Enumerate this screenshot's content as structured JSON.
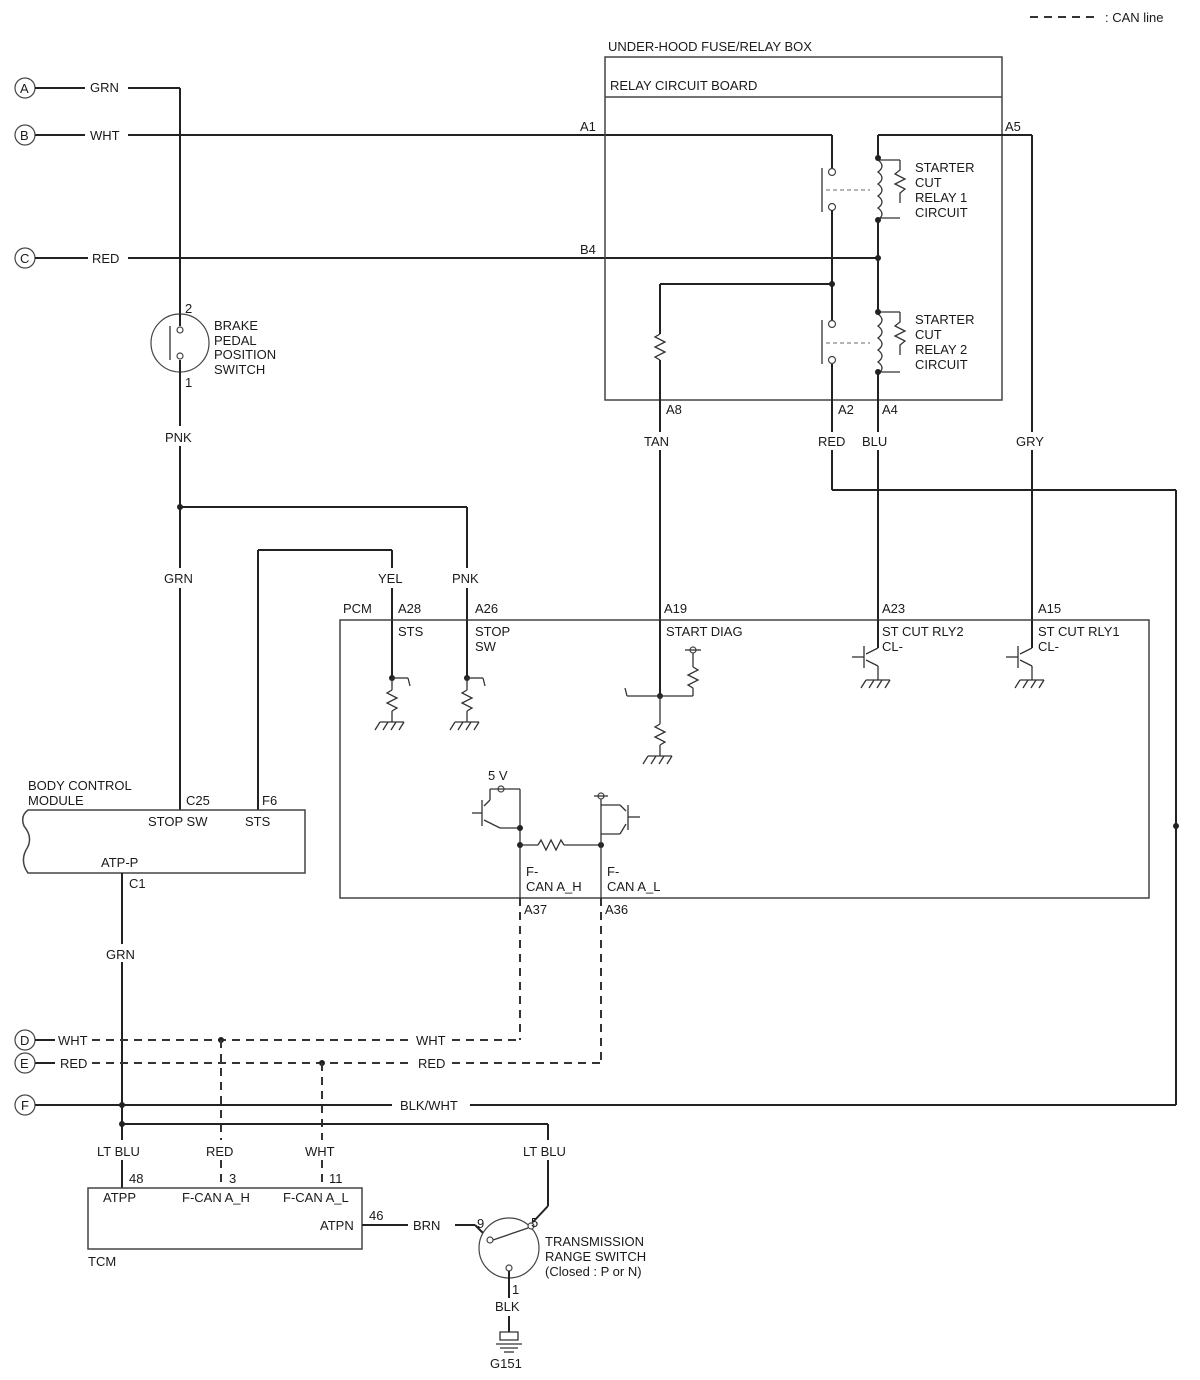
{
  "legend": {
    "can_line": ": CAN line"
  },
  "connectors": {
    "a": "A",
    "b": "B",
    "c": "C",
    "d": "D",
    "e": "E",
    "f": "F"
  },
  "wires": {
    "grn_a": "GRN",
    "wht_b": "WHT",
    "red_c": "RED",
    "pnk_switch": "PNK",
    "grn_bcm": "GRN",
    "yel": "YEL",
    "pnk_pcm": "PNK",
    "tan": "TAN",
    "red_a2": "RED",
    "blu": "BLU",
    "gry": "GRY",
    "grn_c1": "GRN",
    "wht_d_left": "WHT",
    "wht_d_right": "WHT",
    "red_e_left": "RED",
    "red_e_right": "RED",
    "blk_wht": "BLK/WHT",
    "lt_blu_left": "LT BLU",
    "red_tcm": "RED",
    "wht_tcm": "WHT",
    "lt_blu_right": "LT BLU",
    "brn": "BRN",
    "blk": "BLK"
  },
  "fuse_box": {
    "title": "UNDER-HOOD FUSE/RELAY BOX",
    "board": "RELAY CIRCUIT BOARD",
    "pins": {
      "a1": "A1",
      "a5": "A5",
      "b4": "B4",
      "a8": "A8",
      "a2": "A2",
      "a4": "A4"
    },
    "relay1": [
      "STARTER",
      "CUT",
      "RELAY 1",
      "CIRCUIT"
    ],
    "relay2": [
      "STARTER",
      "CUT",
      "RELAY 2",
      "CIRCUIT"
    ]
  },
  "brake_switch": {
    "lines": [
      "BRAKE",
      "PEDAL",
      "POSITION",
      "SWITCH"
    ],
    "pin_top": "2",
    "pin_bottom": "1"
  },
  "pcm": {
    "title": "PCM",
    "pins": {
      "a28": "A28",
      "a26": "A26",
      "a19": "A19",
      "a23": "A23",
      "a15": "A15",
      "a37": "A37",
      "a36": "A36"
    },
    "labels": {
      "sts": "STS",
      "stop": "STOP",
      "sw": "SW",
      "start_diag": "START DIAG",
      "st_cut_rly2": "ST CUT RLY2",
      "cl_2": "CL-",
      "st_cut_rly1": "ST CUT RLY1",
      "cl_1": "CL-",
      "five_v": "5 V",
      "fcan_h_1": "F-",
      "fcan_h_2": "CAN A_H",
      "fcan_l_1": "F-",
      "fcan_l_2": "CAN A_L"
    }
  },
  "bcm": {
    "title_1": "BODY CONTROL",
    "title_2": "MODULE",
    "pin_c25": "C25",
    "pin_f6": "F6",
    "stop_sw": "STOP SW",
    "sts": "STS",
    "atp_p": "ATP-P",
    "pin_c1": "C1"
  },
  "tcm": {
    "title": "TCM",
    "pin_48": "48",
    "pin_3": "3",
    "pin_11": "11",
    "pin_46": "46",
    "atpp": "ATPP",
    "fcan_h": "F-CAN A_H",
    "fcan_l": "F-CAN A_L",
    "atpn": "ATPN"
  },
  "trans_switch": {
    "lines": [
      "TRANSMISSION",
      "RANGE SWITCH",
      "(Closed : P or N)"
    ],
    "pin_9": "9",
    "pin_5": "5",
    "pin_1": "1"
  },
  "ground": {
    "label": "G151"
  }
}
